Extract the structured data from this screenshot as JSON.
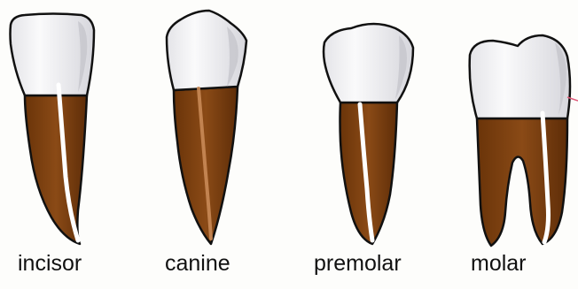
{
  "labels": {
    "incisor": "incisor",
    "canine": "canine",
    "premolar": "premolar",
    "molar": "molar"
  },
  "colors": {
    "background": "#fdfdfb",
    "crown": "#f1f1f3",
    "crown_shade": "#c6c6cc",
    "root": "#7b3f12",
    "root_dark": "#5c2c09",
    "pulp_canal": "#ffffff",
    "outline": "#111111"
  }
}
